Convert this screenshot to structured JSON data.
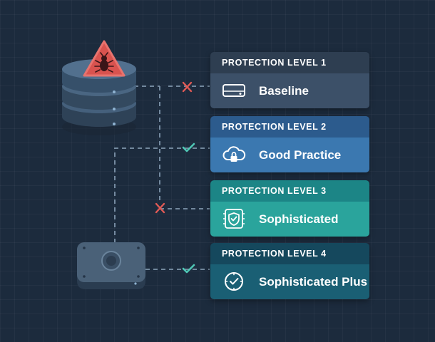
{
  "cards": [
    {
      "level": "PROTECTION LEVEL 1",
      "title": "Baseline"
    },
    {
      "level": "PROTECTION LEVEL 2",
      "title": "Good Practice"
    },
    {
      "level": "PROTECTION LEVEL 3",
      "title": "Sophisticated"
    },
    {
      "level": "PROTECTION LEVEL 4",
      "title": "Sophisticated Plus"
    }
  ],
  "icons": {
    "database": "database-icon",
    "warning": "warning-bug-icon",
    "device": "hardware-device-icon",
    "blocked": "x-mark-icon",
    "passed": "check-mark-icon",
    "level1": "hard-drive-icon",
    "level2": "cloud-lock-icon",
    "level3": "shield-chip-icon",
    "level4": "clock-check-icon"
  },
  "colors": {
    "background": "#1c2b3d",
    "connector": "#7e95ab",
    "blocked": "#e05a55",
    "passed": "#4fc7b5",
    "warning": "#d9534f"
  }
}
